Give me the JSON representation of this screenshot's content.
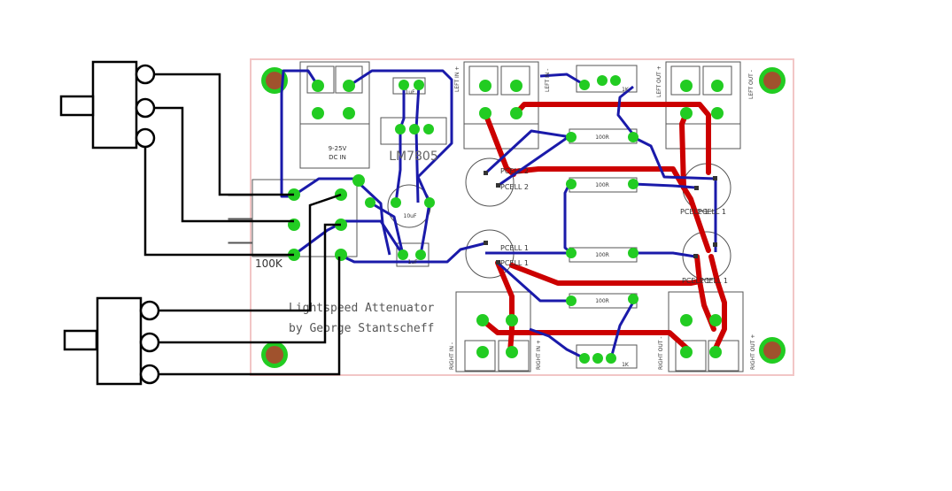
{
  "board": {
    "title_line1": "Lightspeed Attenuator",
    "title_line2": "by George Stantscheff",
    "colors": {
      "board_fill": "#ffffff",
      "board_edge": "#f2c6c6",
      "trace_red": "#cc0000",
      "trace_blue": "#1a1aaa",
      "pad_green": "#22cc22",
      "mount_hole": "#a0522d",
      "outline": "#555555"
    }
  },
  "labels": {
    "dc_in": "DC IN",
    "dc_in_volts": "9-25V",
    "regulator": "LM7805",
    "cap_10uf": "10uF",
    "cap_1uf": "1uF",
    "pot": "100K",
    "resistor_1k": "1K",
    "resistor_100r": "100R",
    "pcell_1": "PCELL 1",
    "pcell_2": "PCELL 2",
    "left_in_pos": "LEFT IN +",
    "left_in_neg": "LEFT IN -",
    "left_out_pos": "LEFT OUT +",
    "left_out_neg": "LEFT OUT -",
    "right_in_pos": "RIGHT IN +",
    "right_in_neg": "RIGHT IN -",
    "right_out_pos": "RIGHT OUT +",
    "right_out_neg": "RIGHT OUT -"
  }
}
